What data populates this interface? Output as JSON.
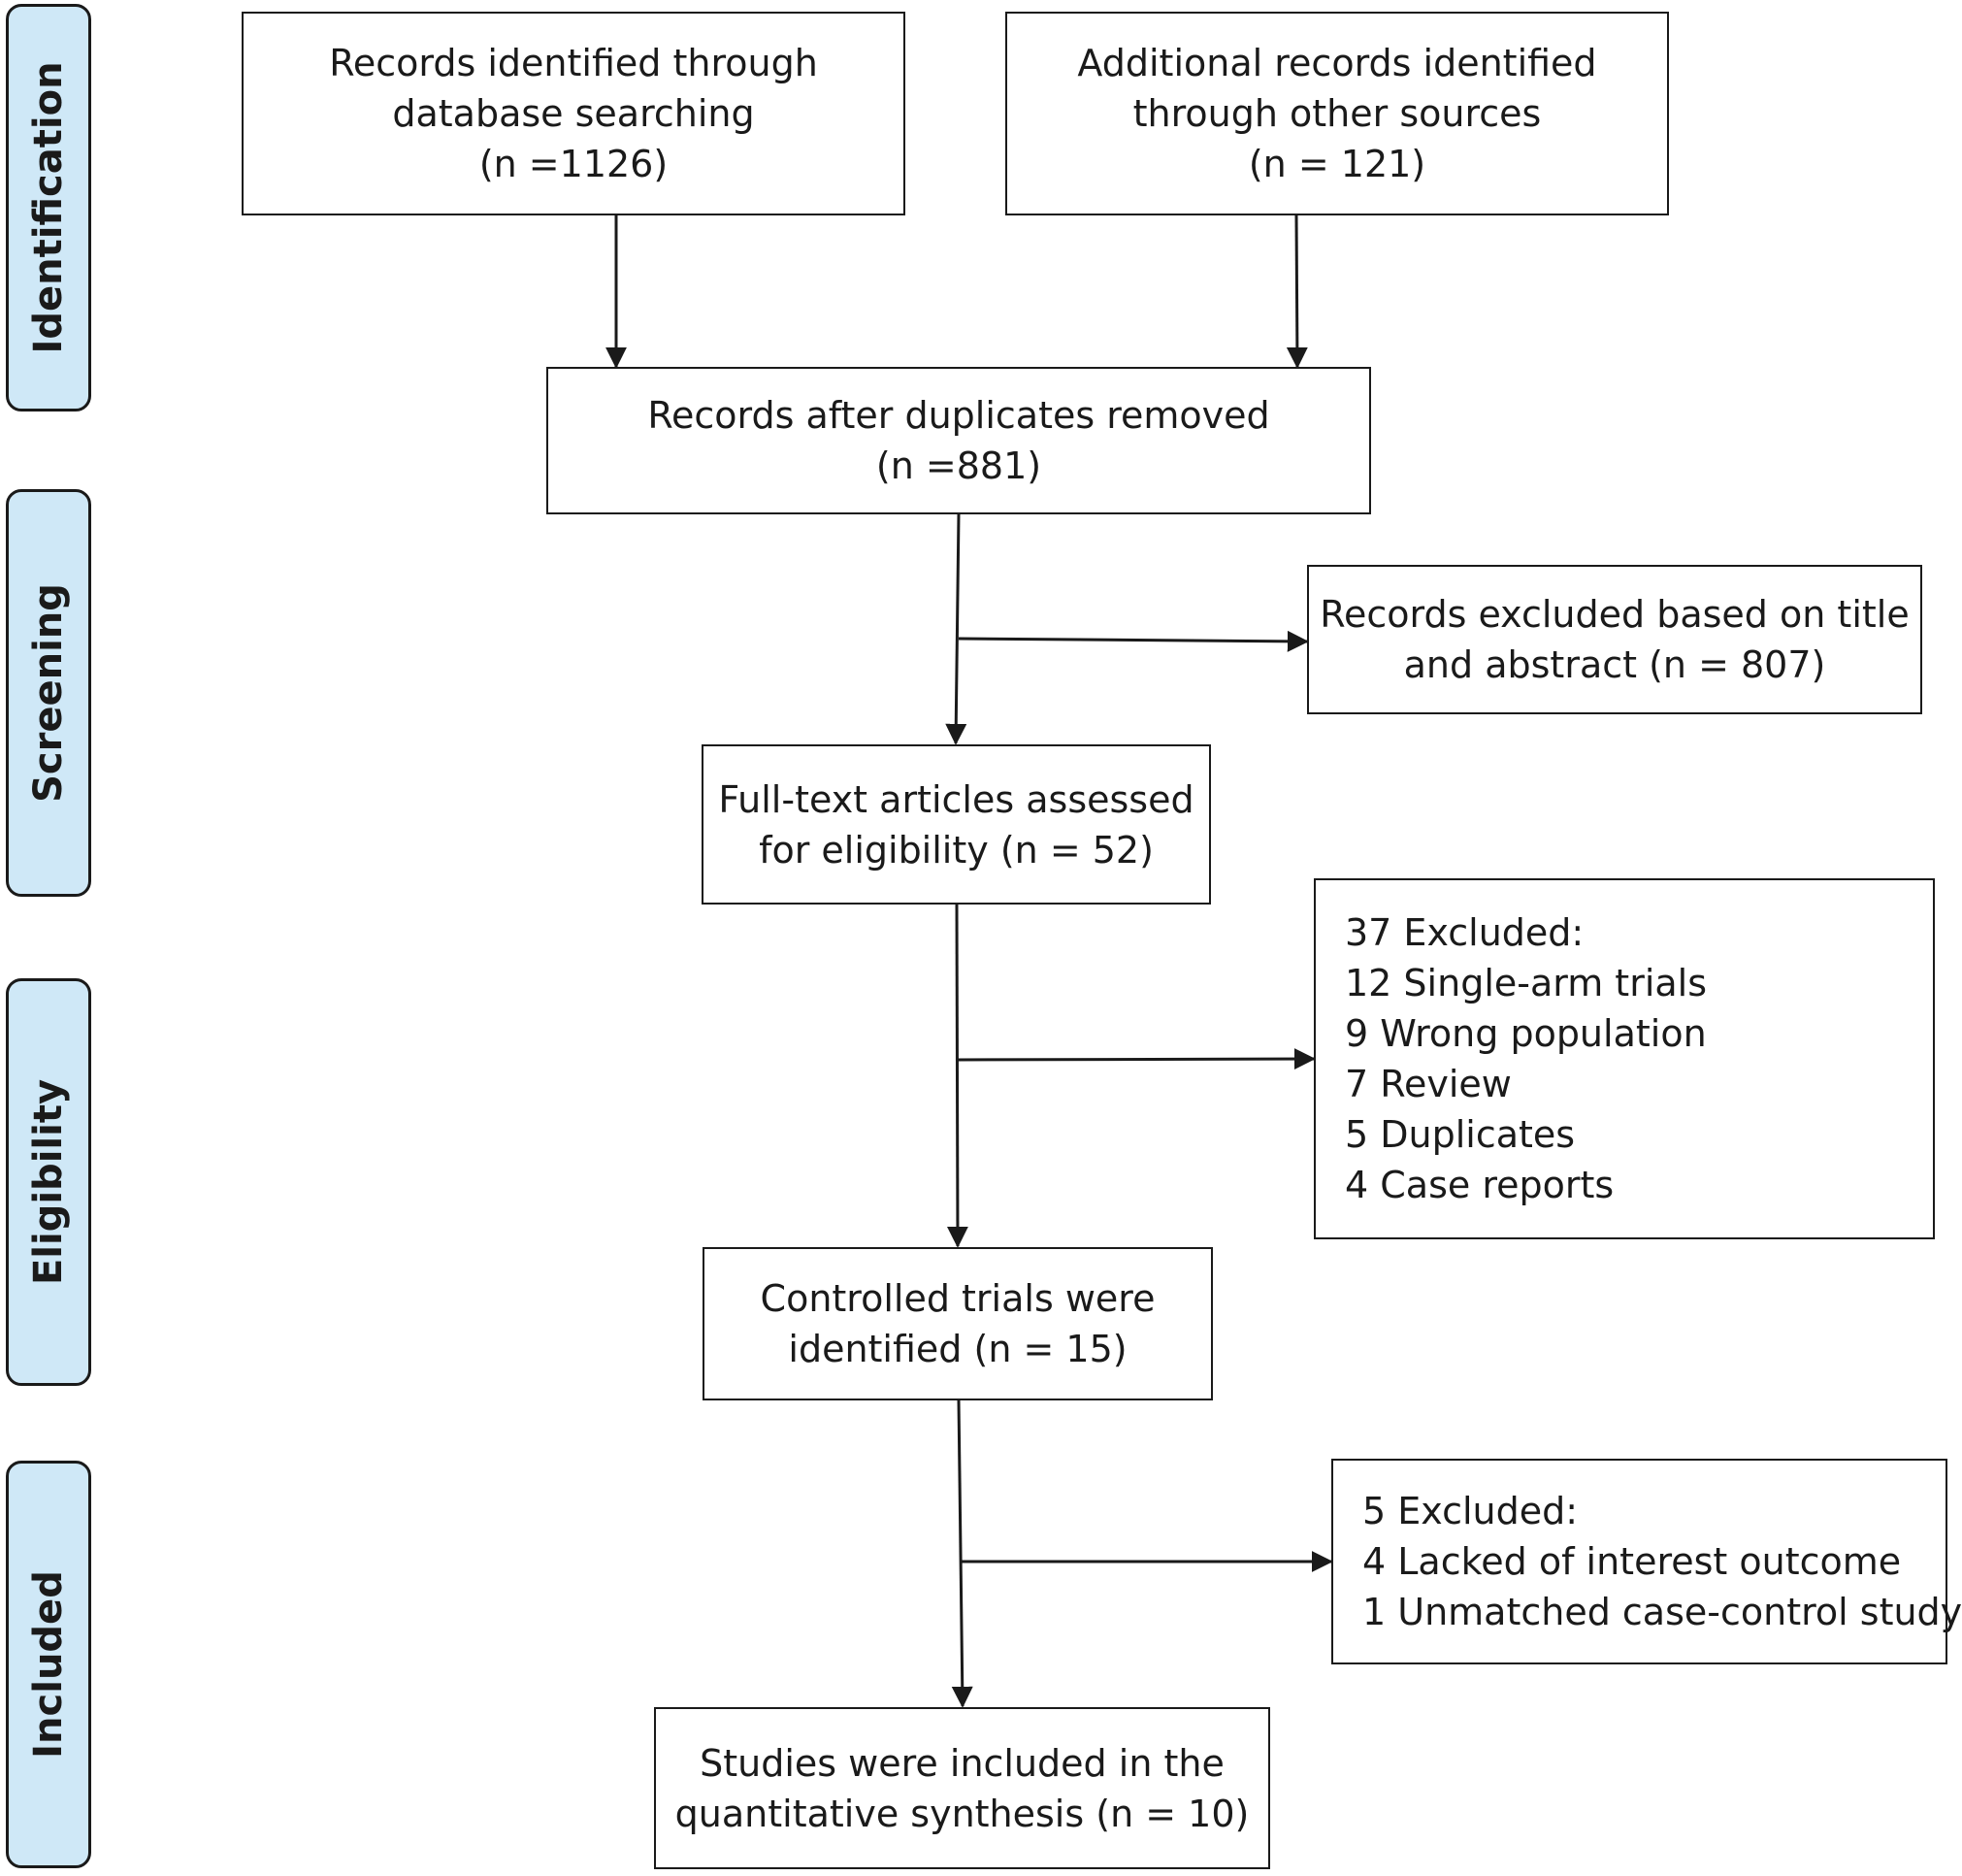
{
  "phases": [
    {
      "id": "identification",
      "label": "Identification"
    },
    {
      "id": "screening",
      "label": "Screening"
    },
    {
      "id": "eligibility",
      "label": "Eligibility"
    },
    {
      "id": "included",
      "label": "Included"
    }
  ],
  "boxes": {
    "database": [
      "Records identified through",
      "database searching",
      "(n =1126)"
    ],
    "other_sources": [
      "Additional records identified",
      "through other sources",
      "(n = 121)"
    ],
    "after_duplicates": [
      "Records after duplicates removed",
      "(n =881)"
    ],
    "excluded_title": [
      "Records excluded based on title",
      "and abstract (n =  807)"
    ],
    "full_text": [
      "Full-text articles assessed",
      "for eligibility (n = 52)"
    ],
    "excluded_full_text": [
      "37 Excluded:",
      "12 Single-arm trials",
      "9 Wrong population",
      "7 Review",
      "5 Duplicates",
      "4 Case reports"
    ],
    "controlled": [
      "Controlled trials were",
      "identified (n = 15)"
    ],
    "excluded_outcome": [
      "5 Excluded:",
      "4 Lacked of interest outcome",
      "1 Unmatched case-control study"
    ],
    "included": [
      "Studies were included in the",
      "quantitative synthesis (n = 10)"
    ]
  }
}
